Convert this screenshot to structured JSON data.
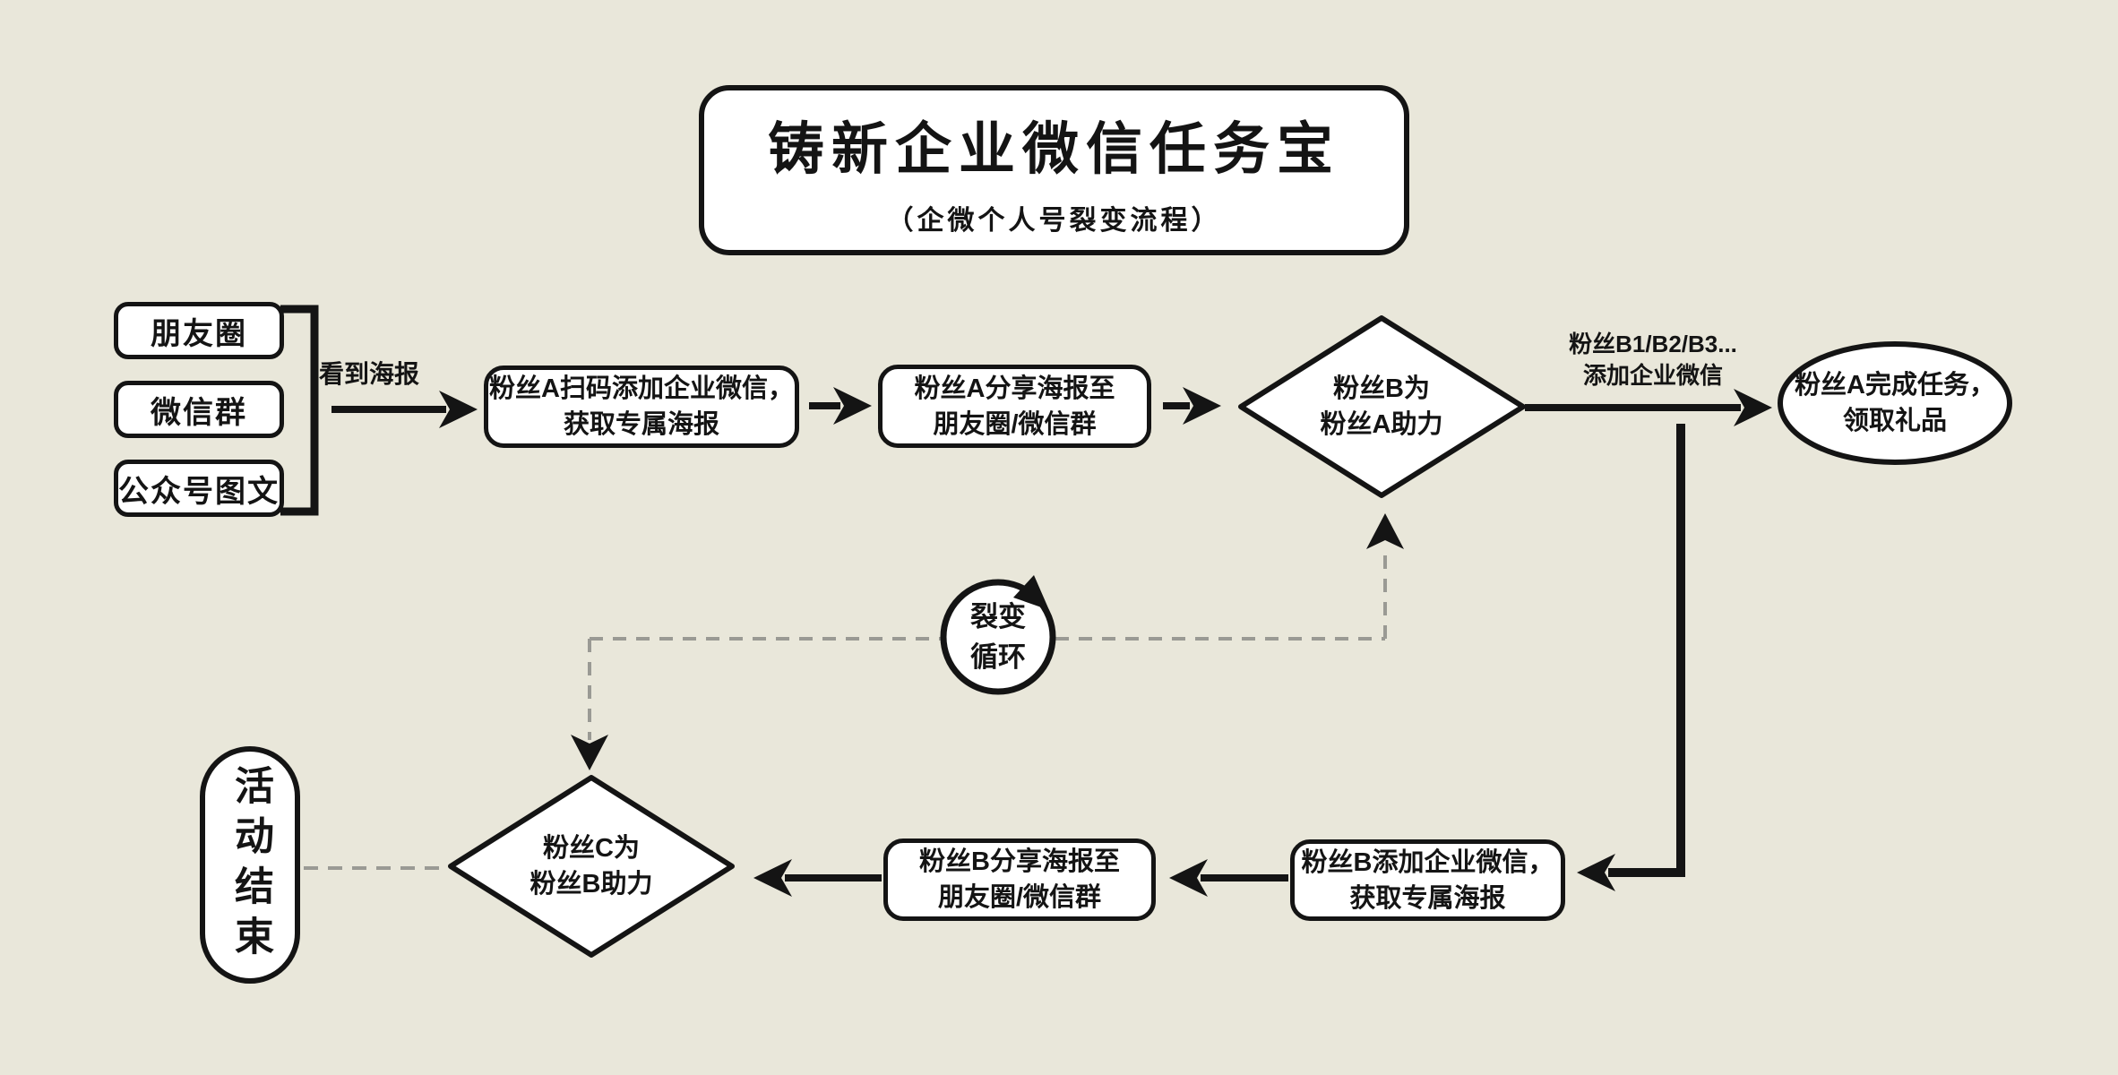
{
  "title": {
    "main": "铸新企业微信任务宝",
    "sub": "（企微个人号裂变流程）"
  },
  "sources": {
    "items": [
      "朋友圈",
      "微信群",
      "公众号图文"
    ]
  },
  "labels": {
    "see_poster": "看到海报",
    "fans_b_line1": "粉丝B1/B2/B3...",
    "fans_b_line2": "添加企业微信"
  },
  "nodes": {
    "scan_a": {
      "line1": "粉丝A扫码添加企业微信，",
      "line2": "获取专属海报"
    },
    "share_a": {
      "line1": "粉丝A分享海报至",
      "line2": "朋友圈/微信群"
    },
    "assist_b": {
      "line1": "粉丝B为",
      "line2": "粉丝A助力"
    },
    "reward_a": {
      "line1": "粉丝A完成任务，",
      "line2": "领取礼品"
    },
    "loop": {
      "line1": "裂变",
      "line2": "循环"
    },
    "add_b": {
      "line1": "粉丝B添加企业微信，",
      "line2": "获取专属海报"
    },
    "share_b": {
      "line1": "粉丝B分享海报至",
      "line2": "朋友圈/微信群"
    },
    "assist_c": {
      "line1": "粉丝C为",
      "line2": "粉丝B助力"
    },
    "end_state": {
      "label": "活动结束"
    }
  },
  "colors": {
    "background": "#e9e7da",
    "ink": "#141414",
    "node_fill": "#ffffff",
    "dash": "#9a9a94"
  }
}
